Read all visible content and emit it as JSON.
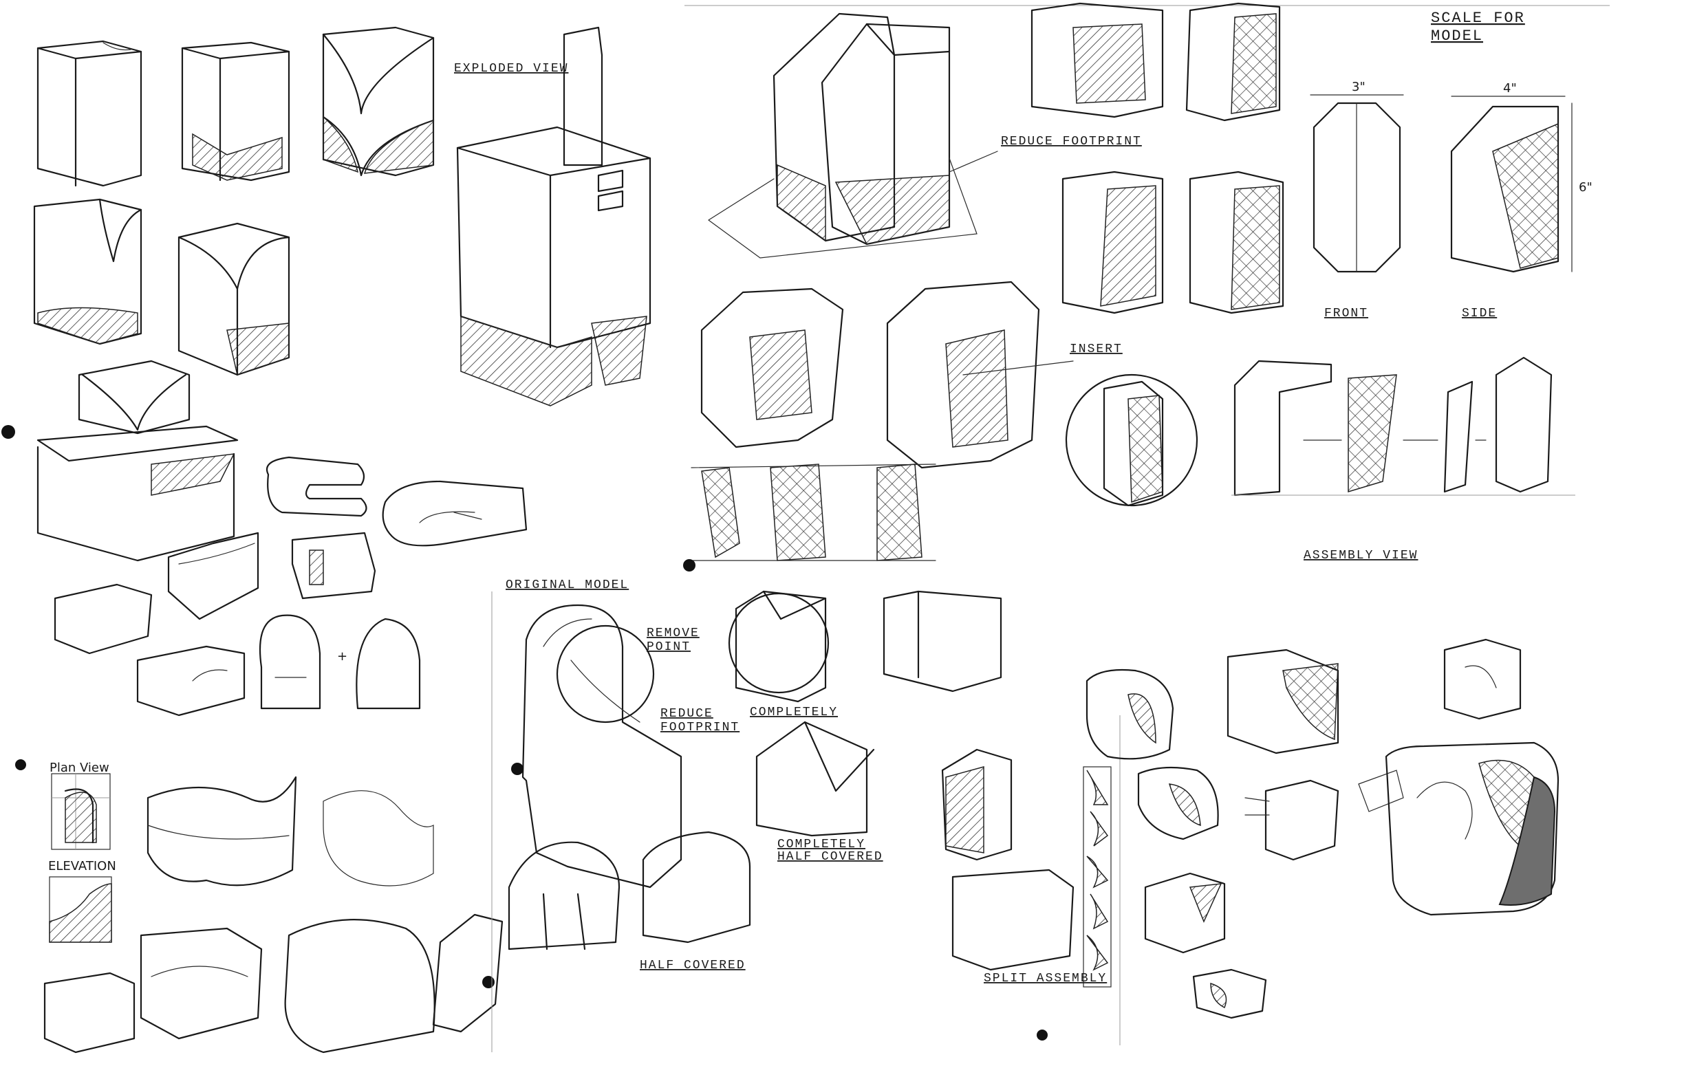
{
  "labels": {
    "exploded_view": "EXPLODED VIEW",
    "reduce_footprint_top": "REDUCE FOOTPRINT",
    "scale_for_model_1": "SCALE FOR",
    "scale_for_model_2": "MODEL",
    "dim_width_front": "3\"",
    "dim_width_side": "4\"",
    "dim_height": "6\"",
    "front": "FRONT",
    "side": "SIDE",
    "insert": "INSERT",
    "assembly_view": "ASSEMBLY VIEW",
    "original_model": "ORIGINAL MODEL",
    "remove_point_1": "REMOVE",
    "remove_point_2": "POINT",
    "reduce_footprint_mid_1": "REDUCE",
    "reduce_footprint_mid_2": "FOOTPRINT",
    "plan_view": "Plan View",
    "elevation": "ELEVATION",
    "completely_covered": "COMPLETELY",
    "half_covered_1": "COMPLETELY",
    "half_covered_2": "HALF COVERED",
    "half_covered": "HALF COVERED",
    "split_assembly": "SPLIT ASSEMBLY"
  }
}
